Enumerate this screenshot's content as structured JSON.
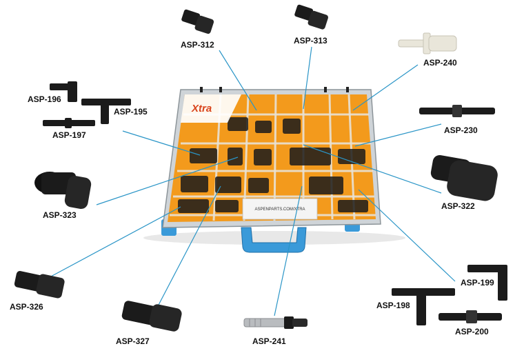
{
  "colors": {
    "leader_line": "#2a95c7",
    "case_orange": "#f39a1c",
    "case_handle_blue": "#3a9ad9",
    "part_black": "#1b1b1b",
    "part_white": "#e9e6da",
    "part_silver": "#b9bcbf"
  },
  "case": {
    "brand_logo_text": "Xtra",
    "label_text": "ASPENPARTS.COM/XTRA"
  },
  "parts": [
    {
      "code": "ASP-312",
      "shape": "straight-connector-black"
    },
    {
      "code": "ASP-313",
      "shape": "straight-connector-black"
    },
    {
      "code": "ASP-240",
      "shape": "straight-connector-white"
    },
    {
      "code": "ASP-196",
      "shape": "elbow-connector-black"
    },
    {
      "code": "ASP-195",
      "shape": "tee-connector-black"
    },
    {
      "code": "ASP-197",
      "shape": "barbed-straight-connector-black"
    },
    {
      "code": "ASP-230",
      "shape": "barbed-straight-connector-black"
    },
    {
      "code": "ASP-323",
      "shape": "reducer-connector-black"
    },
    {
      "code": "ASP-322",
      "shape": "reducer-connector-black"
    },
    {
      "code": "ASP-326",
      "shape": "reducer-connector-black"
    },
    {
      "code": "ASP-327",
      "shape": "reducer-connector-black"
    },
    {
      "code": "ASP-241",
      "shape": "metal-connector-silver"
    },
    {
      "code": "ASP-199",
      "shape": "elbow-connector-black"
    },
    {
      "code": "ASP-198",
      "shape": "tee-connector-black"
    },
    {
      "code": "ASP-200",
      "shape": "barbed-straight-connector-black"
    }
  ]
}
